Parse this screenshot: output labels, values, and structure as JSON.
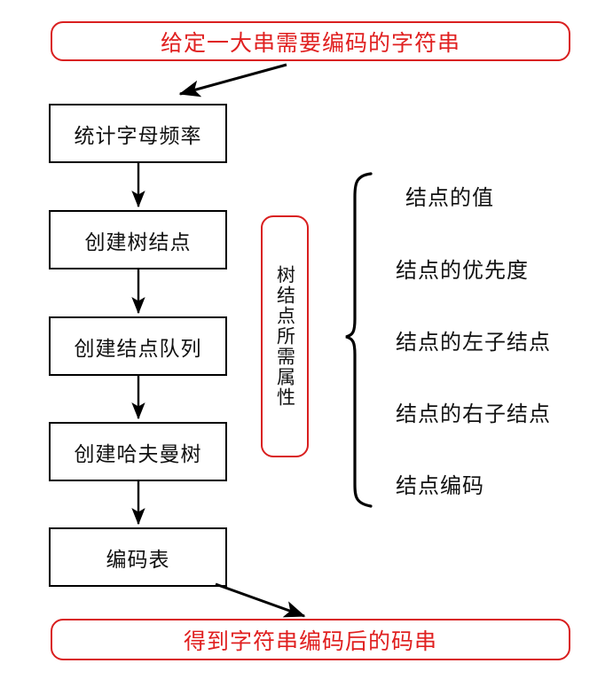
{
  "diagram": {
    "title_text": "给定一大串需要编码的字符串",
    "result_text": "得到字符串编码后的码串",
    "accent_red": "#e02020",
    "line_black": "#000000",
    "steps": [
      {
        "label": "统计字母频率"
      },
      {
        "label": "创建树结点"
      },
      {
        "label": "创建结点队列"
      },
      {
        "label": "创建哈夫曼树"
      },
      {
        "label": "编码表"
      }
    ],
    "group": {
      "label": "树结点所需属性"
    },
    "attributes": [
      {
        "label": "结点的值"
      },
      {
        "label": "结点的优先度"
      },
      {
        "label": "结点的左子结点"
      },
      {
        "label": "结点的右子结点"
      },
      {
        "label": "结点编码"
      }
    ]
  }
}
